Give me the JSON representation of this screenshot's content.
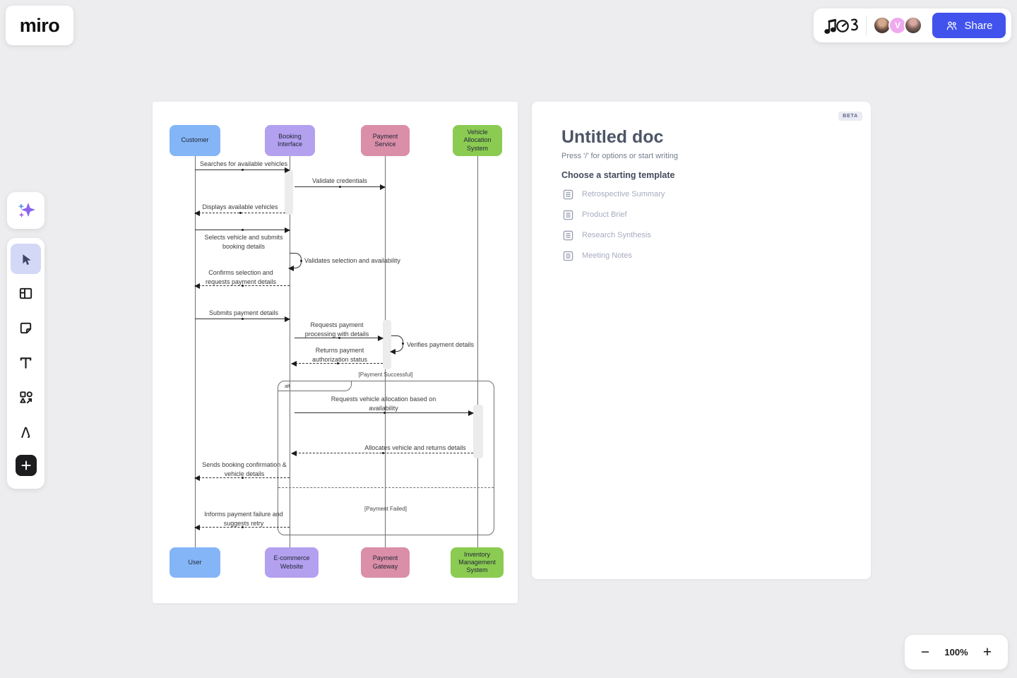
{
  "header": {
    "logo": "miro",
    "share_label": "Share",
    "avatar_initial": "V"
  },
  "zoom_controls": {
    "minus": "−",
    "level": "100%",
    "plus": "+"
  },
  "colors": {
    "share_button": "#4153EC",
    "avatar_badge": "#EFA9EF",
    "actor_blue": "#84B5F6",
    "actor_purple": "#B3A0EF",
    "actor_pink": "#DA8EA8",
    "actor_green": "#8BCB52",
    "active_tool_bg": "#D3D8F6"
  },
  "doc_panel": {
    "beta": "BETA",
    "title": "Untitled doc",
    "placeholder": "Press '/' for options or start writing",
    "templates_heading": "Choose a starting template",
    "templates": [
      {
        "label": "Retrospective Summary"
      },
      {
        "label": "Product Brief"
      },
      {
        "label": "Research Synthesis"
      },
      {
        "label": "Meeting Notes"
      }
    ]
  },
  "diagram": {
    "top_actors": [
      {
        "label": "Customer",
        "color": "#84B5F6"
      },
      {
        "label": "Booking Interface",
        "color": "#B3A0EF"
      },
      {
        "label": "Payment Service",
        "color": "#DA8EA8"
      },
      {
        "label": "Vehicle Allocation System",
        "color": "#8BCB52"
      }
    ],
    "bottom_actors": [
      {
        "label": "User",
        "color": "#84B5F6"
      },
      {
        "label": "E-commerce Website",
        "color": "#B3A0EF"
      },
      {
        "label": "Payment Gateway",
        "color": "#DA8EA8"
      },
      {
        "label": "Inventory Management System",
        "color": "#8BCB52"
      }
    ],
    "messages": [
      {
        "label": "Searches for available vehicles"
      },
      {
        "label": "Validate credentials"
      },
      {
        "label": "Displays available vehicles"
      },
      {
        "label": "Selects vehicle and submits booking details"
      },
      {
        "label": "Validates selection and availability"
      },
      {
        "label": "Confirms selection and requests payment details"
      },
      {
        "label": "Submits payment details"
      },
      {
        "label": "Requests payment processing with details"
      },
      {
        "label": "Verifies payment details"
      },
      {
        "label": "Returns payment authorization status"
      },
      {
        "label": "Requests vehicle allocation based on availability"
      },
      {
        "label": "Allocates vehicle and returns details"
      },
      {
        "label": "Sends booking confirmation & vehicle details"
      },
      {
        "label": "Informs payment failure and suggests retry"
      }
    ],
    "fragment": {
      "operator": "alt",
      "success_guard": "[Payment Successful]",
      "failed_guard": "[Payment Failed]"
    }
  }
}
